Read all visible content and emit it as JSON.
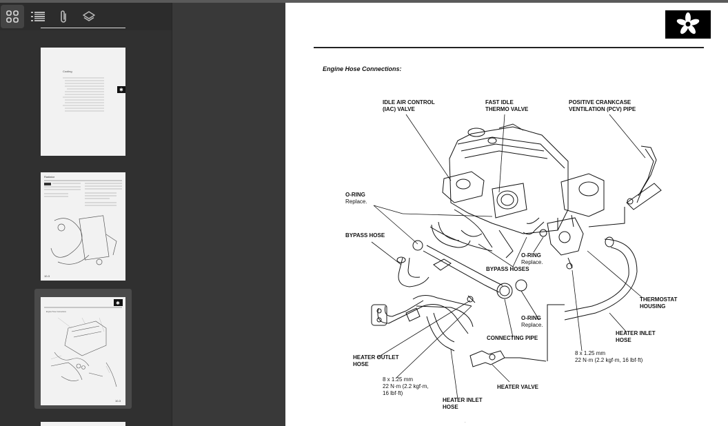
{
  "sidebar": {
    "toolbar": [
      {
        "icon": "thumbnails-grid-icon",
        "active": true
      },
      {
        "icon": "outline-list-icon",
        "active": false
      },
      {
        "icon": "attachment-paperclip-icon",
        "active": false
      },
      {
        "icon": "layers-icon",
        "active": false
      }
    ],
    "thumbnails": [
      {
        "label": "Cooling"
      },
      {
        "label": "Radiator"
      },
      {
        "label": "Engine Hose Connections",
        "selected": true,
        "page_number": "10-3"
      }
    ],
    "thumb2_page_number": "10-3"
  },
  "document": {
    "section_title": "Engine Hose Connections:",
    "labels": {
      "iac_1": "IDLE AIR CONTROL",
      "iac_2": "(IAC) VALVE",
      "fast_idle_1": "FAST IDLE",
      "fast_idle_2": "THERMO VALVE",
      "pcv_1": "POSITIVE CRANKCASE",
      "pcv_2": "VENTILATION (PCV) PIPE",
      "oring_a": "O-RING",
      "oring_a_note": "Replace.",
      "bypass_hose": "BYPASS HOSE",
      "oring_b": "O-RING",
      "oring_b_note": "Replace.",
      "bypass_hoses": "BYPASS HOSES",
      "thermostat_1": "THERMOSTAT",
      "thermostat_2": "HOUSING",
      "oring_c": "O-RING",
      "oring_c_note": "Replace.",
      "heater_inlet_r_1": "HEATER INLET",
      "heater_inlet_r_2": "HOSE",
      "connecting_pipe": "CONNECTING PIPE",
      "bolt_r_1": "8 x 1.25 mm",
      "bolt_r_2": "22 N·m (2.2 kgf·m, 16 lbf·ft)",
      "heater_outlet_1": "HEATER OUTLET",
      "heater_outlet_2": "HOSE",
      "heater_valve": "HEATER VALVE",
      "bolt_l_1": "8 x 1.25 mm",
      "bolt_l_2": "22 N·m (2.2 kgf·m,",
      "bolt_l_3": "16 lbf·ft)",
      "heater_inlet_b_1": "HEATER INLET",
      "heater_inlet_b_2": "HOSE"
    }
  }
}
